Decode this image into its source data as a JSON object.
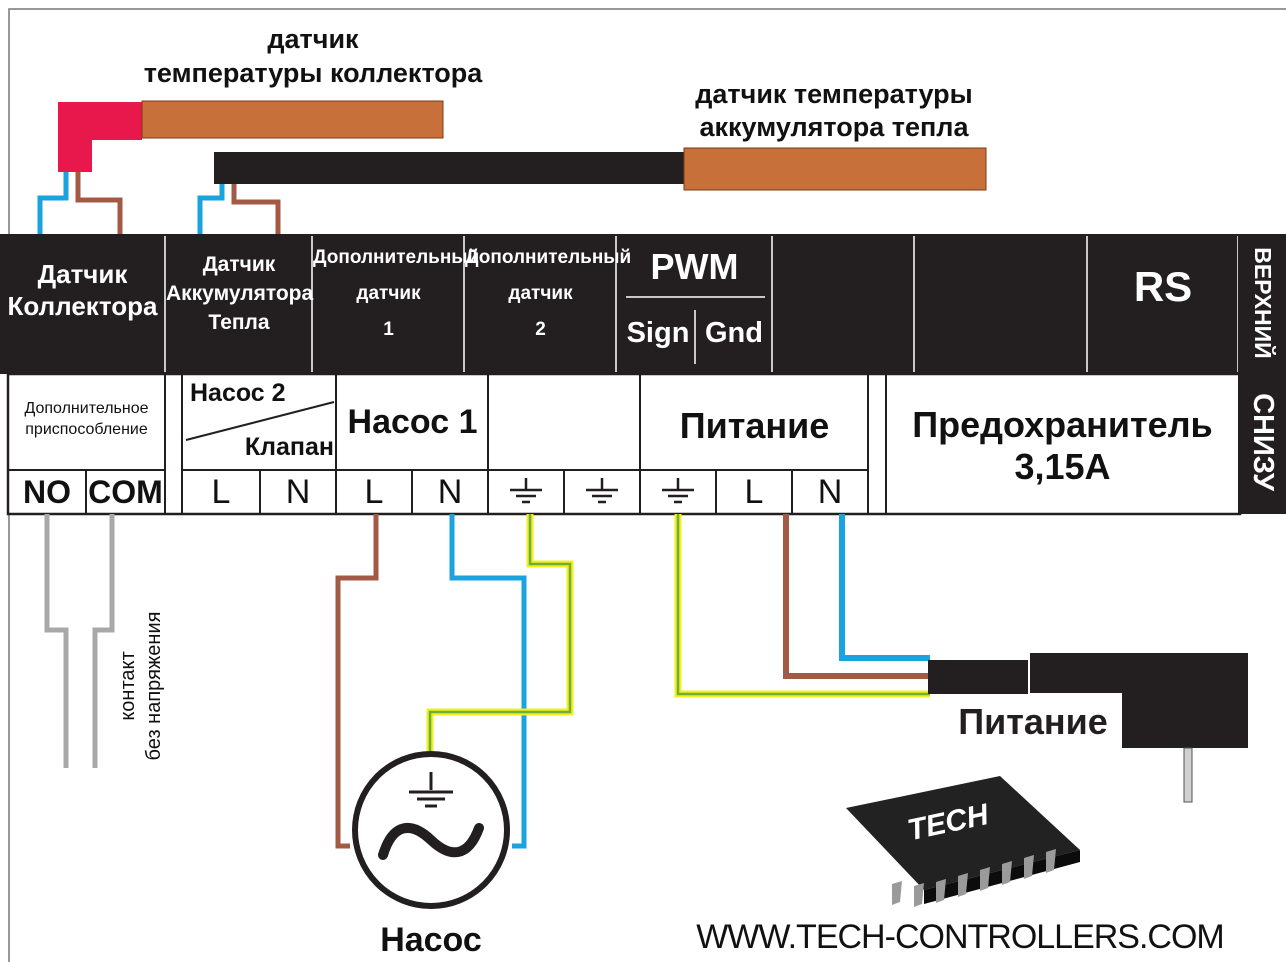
{
  "sensors": {
    "collector_label_line1": "датчик",
    "collector_label_line2": "температуры коллектора",
    "accumulator_label_line1": "датчик температуры",
    "accumulator_label_line2": "аккумулятора тепла"
  },
  "top_row": {
    "col1_line1": "Датчик",
    "col1_line2": "Коллектора",
    "col2_line1": "Датчик",
    "col2_line2": "Аккумулятора",
    "col2_line3": "Тепла",
    "col3_line1": "Дополнительный",
    "col3_line2": "датчик",
    "col3_line3": "1",
    "col4_line1": "Дополнительный",
    "col4_line2": "датчик",
    "col4_line3": "2",
    "pwm": "PWM",
    "pwm_sign": "Sign",
    "pwm_gnd": "Gnd",
    "rs": "RS",
    "side": "ВЕРХНИЙ"
  },
  "bottom_row": {
    "aux_line1": "Дополнительное",
    "aux_line2": "приспособление",
    "pump2": "Насос 2",
    "valve": "Клапан",
    "pump1": "Насос 1",
    "power": "Питание",
    "fuse_line1": "Предохранитель",
    "fuse_line2": "3,15A",
    "side": "СНИЗУ",
    "terminals": [
      "NO",
      "COM",
      "L",
      "N",
      "L",
      "N",
      "L",
      "N"
    ]
  },
  "bottom_area": {
    "contact_line1": "контакт",
    "contact_line2": "без напряжения",
    "pump_label": "Насос",
    "power_label": "Питание",
    "chip_brand": "TECH",
    "website": "WWW.TECH-CONTROLLERS.COM"
  },
  "colors": {
    "panel": "#231f20",
    "sensor_probe": "#c8703a",
    "sensor_red": "#e8174c",
    "wire_blue": "#1aa3df",
    "wire_brown": "#a25a44",
    "wire_yellow": "#f4ee1c",
    "wire_green": "#6ab03a",
    "wire_gray": "#a8a8a8"
  }
}
